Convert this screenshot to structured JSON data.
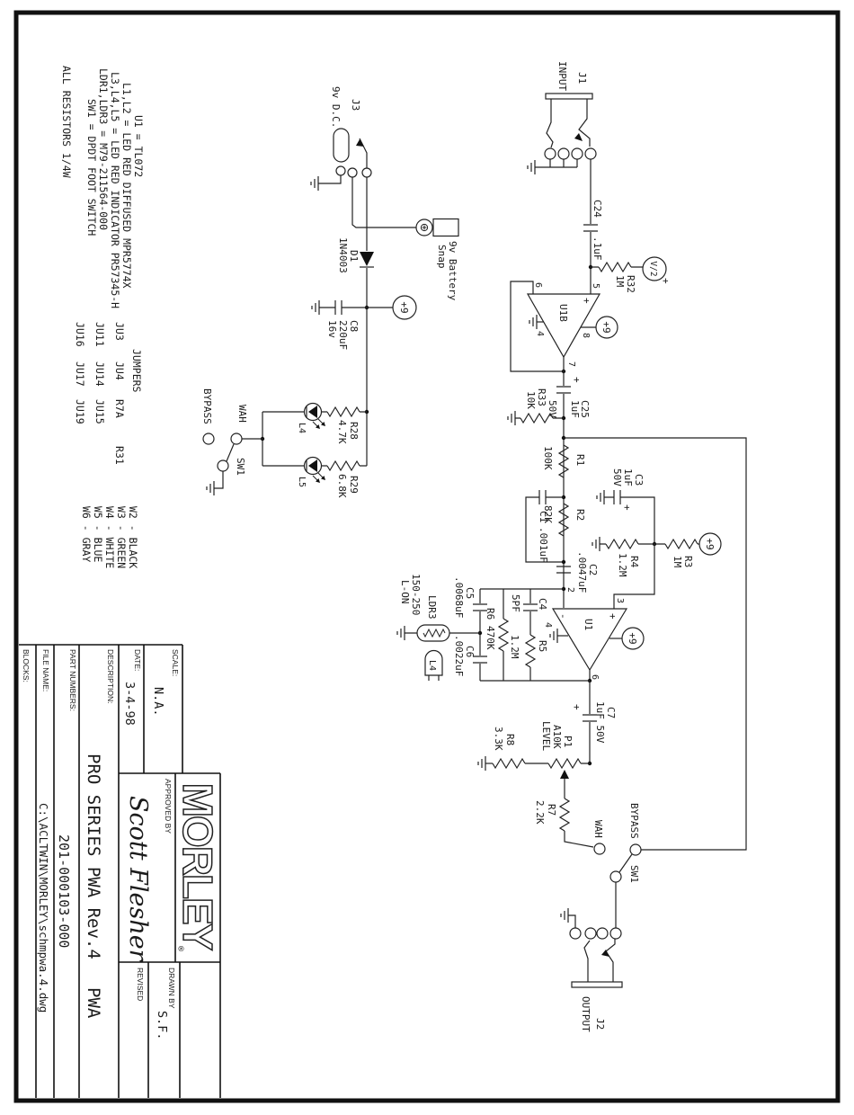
{
  "notes": [
    "U1 = TL072",
    "L1,L2 = LED RED DIFFUSED MPR5774X",
    "L3,L4,L5 = LED RED INDICATOR PR57345-H",
    "LDR1,LDR3 = M79-211564-000",
    "SW1 = DPDT FOOT SWITCH",
    "ALL RESISTORS 1/4W"
  ],
  "jumpers": {
    "title": "JUMPERS",
    "row1": [
      "JU3",
      "JU4",
      "R7A"
    ],
    "row1_extra": "R31",
    "row2": [
      "JU11",
      "JU14",
      "JU15"
    ],
    "row3": [
      "JU16",
      "JU17",
      "JU19"
    ]
  },
  "wire_colors": [
    "W2 - BLACK",
    "W3 - GREEN",
    "W4 - WHITE",
    "W5 - BLUE",
    "W6 - GRAY"
  ],
  "connectors": {
    "j1": {
      "ref": "J1",
      "label": "INPUT"
    },
    "j2": {
      "ref": "J2",
      "label": "OUTPUT"
    },
    "j3": {
      "ref": "J3",
      "label": "9v D.C."
    },
    "battery": {
      "line1": "9v Battery",
      "line2": "Snap"
    }
  },
  "power": {
    "plus9": "+9",
    "vhalf": "V/2",
    "plus": "+"
  },
  "opamps": {
    "u1b": {
      "name": "U1B",
      "plus": "+",
      "pin4": "4",
      "pin5": "5",
      "pin6": "6",
      "pin7": "7",
      "pin8": "8"
    },
    "u1": {
      "name": "U1",
      "plus": "+",
      "minus": "-",
      "pin2": "2",
      "pin3": "3",
      "pin4": "4",
      "pin6": "6"
    }
  },
  "parts": {
    "c24": {
      "ref": "C24",
      "value": ".1uF"
    },
    "r32": {
      "ref": "R32",
      "value": "1M"
    },
    "c25": {
      "ref": "C25",
      "v1": "1uF",
      "v2": "50V",
      "plus": "+"
    },
    "r33": {
      "ref": "R33",
      "value": "10K"
    },
    "r1": {
      "ref": "R1",
      "value": "100K"
    },
    "c1": {
      "ref": "C1",
      "value": ".001uF"
    },
    "r2": {
      "ref": "R2",
      "value": "82K"
    },
    "c2": {
      "ref": "C2",
      "value": ".0047uF"
    },
    "c3": {
      "ref": "C3",
      "v1": "1uF",
      "v2": "50V",
      "plus": "+"
    },
    "r4": {
      "ref": "R4",
      "value": "1.2M"
    },
    "r3": {
      "ref": "R3",
      "value": "1M"
    },
    "c4": {
      "ref": "C4",
      "value": "5PF"
    },
    "r5": {
      "ref": "R5",
      "value": "1.2M"
    },
    "r6": {
      "ref": "R6",
      "value": "470K"
    },
    "c5": {
      "ref": "C5",
      "value": ".0068uF"
    },
    "c6": {
      "ref": "C6",
      "value": ".0022uF"
    },
    "ldr3": {
      "ref": "LDR3",
      "v1": "150-250",
      "v2": "L-ON"
    },
    "lamp": {
      "ref": "L4"
    },
    "c7": {
      "ref": "C7",
      "value": "1uF 50V",
      "plus": "+"
    },
    "p1": {
      "ref": "P1",
      "v1": "A10K",
      "v2": "LEVEL"
    },
    "r8": {
      "ref": "R8",
      "value": "3.3K"
    },
    "r7": {
      "ref": "R7",
      "value": "2.2K"
    },
    "d1": {
      "ref": "D1",
      "value": "1N4003"
    },
    "c8": {
      "ref": "C8",
      "v1": "220uF",
      "v2": "16v"
    },
    "r28": {
      "ref": "R28",
      "value": "4.7K"
    },
    "r29": {
      "ref": "R29",
      "value": "6.8K"
    },
    "l4": {
      "ref": "L4"
    },
    "l5": {
      "ref": "L5"
    }
  },
  "switches": {
    "top": {
      "name": "SW1",
      "wah": "WAH",
      "bypass": "BYPASS"
    },
    "bottom": {
      "name": "SW1",
      "wah": "WAH",
      "bypass": "BYPASS"
    }
  },
  "title_block": {
    "scale_label": "SCALE:",
    "scale": "N.A.",
    "date_label": "DATE:",
    "date": "3-4-98",
    "description_label": "DESCRIPTION:",
    "description": "PRO SERIES PWA Rev.4",
    "description2": "PWA",
    "part_numbers_label": "PART NUMBERS:",
    "part_numbers": "201-000103-000",
    "file_name_label": "FILE NAME:",
    "file_name": "C:\\ACLTWIN\\MORLEY\\schmpwa.4.dwg",
    "blocks_label": "BLOCKS:",
    "approved_label": "APPROVED BY",
    "approved": "Scott Flesher",
    "drawn_label": "DRAWN BY",
    "drawn": "S.F.",
    "revised_label": "REVISED",
    "logo": "MORLEY",
    "registered": "®"
  }
}
